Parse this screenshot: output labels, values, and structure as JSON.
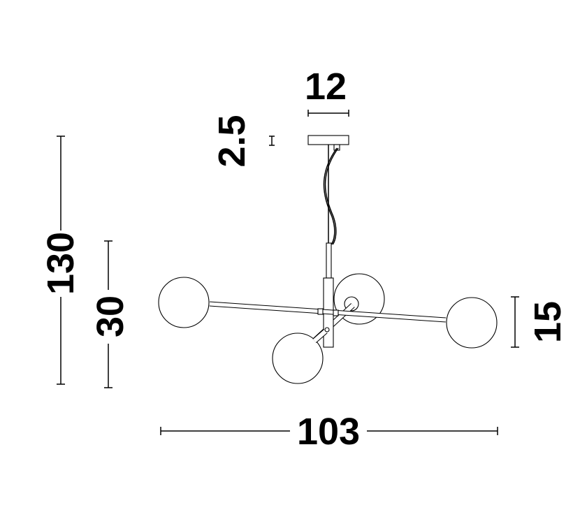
{
  "dimensions": {
    "total_height": "130",
    "body_height": "30",
    "globe_diameter": "15",
    "total_width": "103",
    "canopy_width": "12",
    "canopy_height": "2.5"
  },
  "colors": {
    "line": "#000000",
    "background": "#ffffff"
  }
}
